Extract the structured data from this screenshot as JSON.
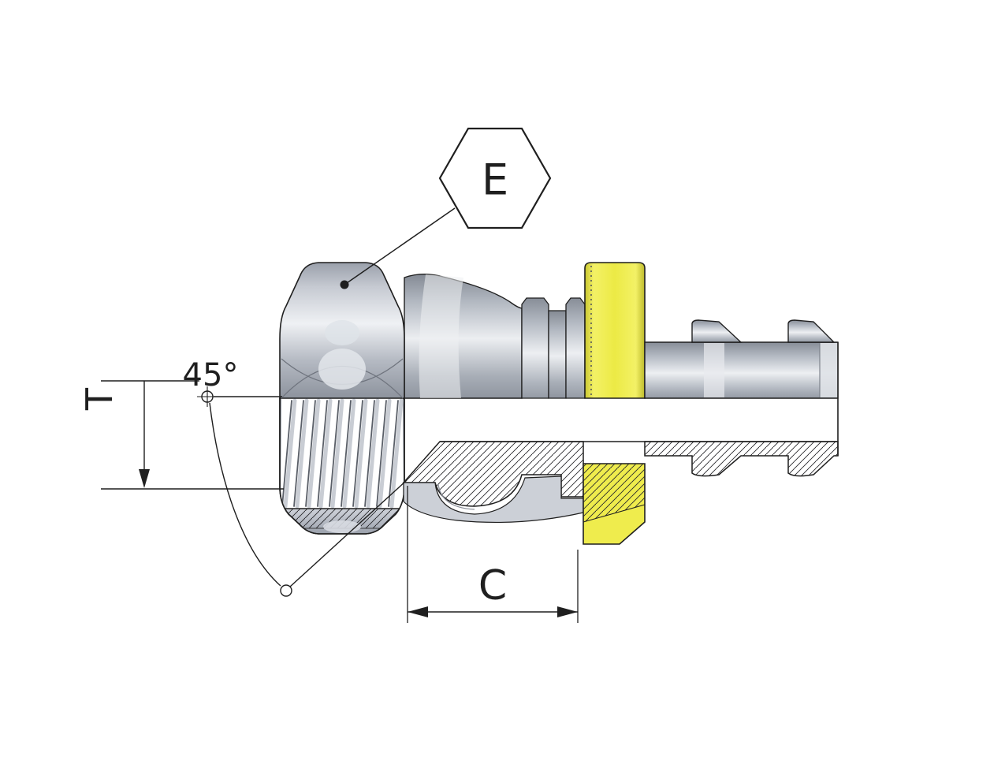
{
  "drawing": {
    "callout_label": "E",
    "angle_label": "45°",
    "thread_dim_label": "T",
    "length_dim_label": "C"
  },
  "colors": {
    "outline": "#1f1f1f",
    "metal_light": "#eceef1",
    "metal_mid": "#b9bec7",
    "metal_dark": "#8a8f99",
    "highlight_yellow": "#efec4d",
    "background": "#ffffff"
  }
}
